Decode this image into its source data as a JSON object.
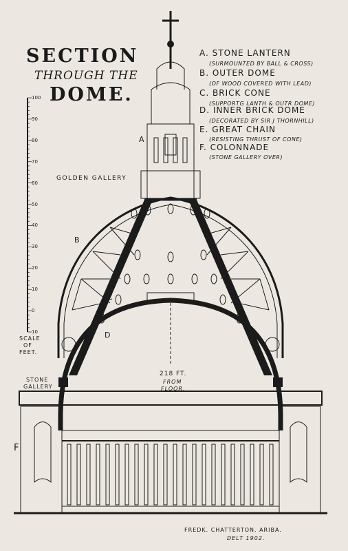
{
  "title": {
    "line1": "SECTION",
    "line2": "THROUGH THE",
    "line3": "DOME."
  },
  "legend": [
    {
      "key": "A",
      "label": "A. STONE LANTERN",
      "sub": "(SURMOUNTED BY BALL & CROSS)"
    },
    {
      "key": "B",
      "label": "B. OUTER DOME",
      "sub": "(OF WOOD COVERED WITH LEAD)"
    },
    {
      "key": "C",
      "label": "C. BRICK CONE",
      "sub": "(SUPPORTG LANTH & OUTR DOME)"
    },
    {
      "key": "D",
      "label": "D. INNER BRICK DOME",
      "sub": "(DECORATED BY SIR J THORNHILL)"
    },
    {
      "key": "E",
      "label": "E. GREAT CHAIN",
      "sub": "(RESISTING THRUST OF CONE)"
    },
    {
      "key": "F",
      "label": "F. COLONNADE",
      "sub": "(STONE GALLERY OVER)"
    }
  ],
  "scale": {
    "ticks": [
      "100",
      "90",
      "80",
      "70",
      "60",
      "50",
      "40",
      "30",
      "20",
      "10",
      "0",
      "10"
    ],
    "caption_1": "SCALE",
    "caption_2": "OF",
    "caption_3": "FEET."
  },
  "labels": {
    "golden_gallery": "GOLDEN GALLERY",
    "stone_gallery_1": "STONE",
    "stone_gallery_2": "GALLERY",
    "a": "A",
    "b": "B",
    "c": "C",
    "d": "D",
    "e_left": "E",
    "e_right": "E",
    "f": "F",
    "height_1": "218 FT.",
    "height_2": "FROM",
    "height_3": "FLOOR."
  },
  "credit": {
    "line1": "FREDK. CHATTERTON. ARIBA.",
    "line2": "DELT 1902."
  }
}
